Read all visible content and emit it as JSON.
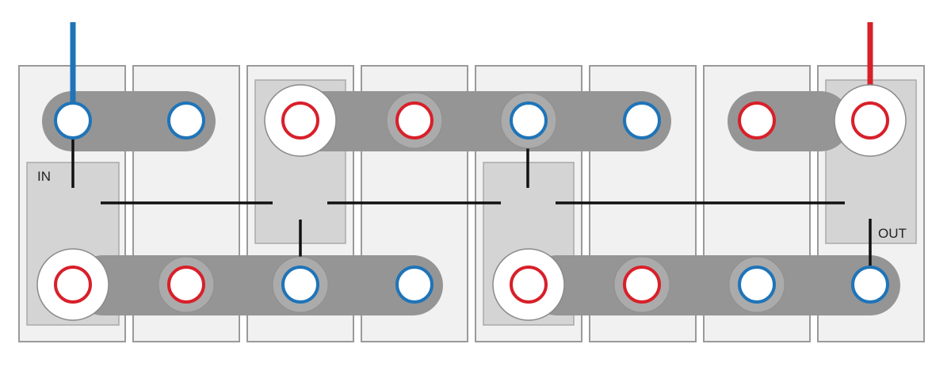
{
  "labels": {
    "in": "IN",
    "out": "OUT"
  },
  "colors": {
    "negative": "#1f74b8",
    "positive": "#d8202a",
    "link_bar": "#959595",
    "cell_fill": "#f1f1f1",
    "terminal_box": "#d4d4d4",
    "jumper_wire": "#111111"
  },
  "icons": {
    "negative": "minus-terminal-icon",
    "positive": "plus-terminal-icon"
  },
  "cell_count": 8,
  "terminals": {
    "top": [
      "-",
      "-",
      "+",
      "+",
      "-",
      "-",
      "+",
      "+"
    ],
    "bottom": [
      "+",
      "+",
      "-",
      "-",
      "+",
      "+",
      "-",
      "-"
    ]
  }
}
